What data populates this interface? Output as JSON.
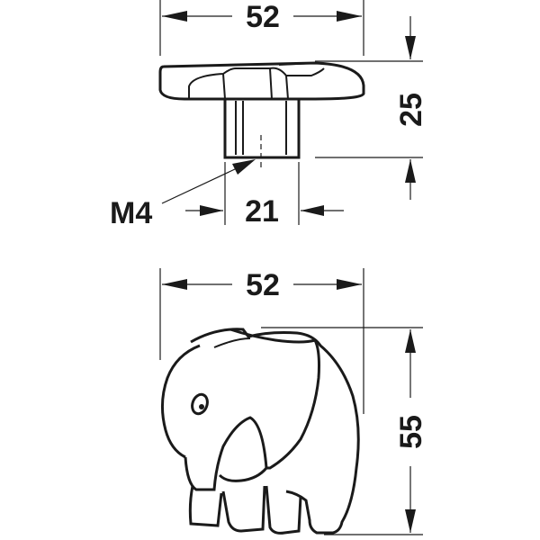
{
  "dimensions": {
    "top_width": "52",
    "height": "25",
    "base_width": "21",
    "thread": "M4",
    "bottom_width": "52",
    "bottom_height": "55"
  },
  "colors": {
    "ink": "#1a1a1a",
    "background": "#ffffff"
  }
}
